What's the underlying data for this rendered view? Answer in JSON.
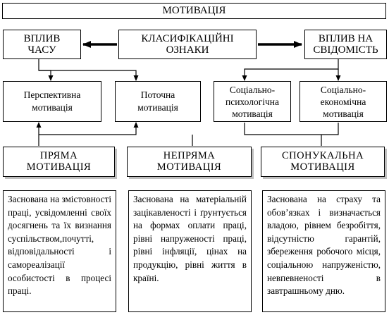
{
  "title": "МОТИВАЦІЯ",
  "top_row": {
    "left": [
      "ВПЛИВ",
      "ЧАСУ"
    ],
    "center": [
      "КЛАСИФІКАЦІЙНІ",
      "ОЗНАКИ"
    ],
    "right": [
      "ВПЛИВ НА",
      "СВІДОМІСТЬ"
    ]
  },
  "subtypes": [
    [
      "Перспективна",
      "мотивація"
    ],
    [
      "Поточна",
      "мотивація"
    ],
    [
      "Соціально-",
      "психологічна",
      "мотивація"
    ],
    [
      "Соціально-",
      "економічна",
      "мотивація"
    ]
  ],
  "types": [
    [
      "ПРЯМА",
      "МОТИВАЦІЯ"
    ],
    [
      "НЕПРЯМА",
      "МОТИВАЦІЯ"
    ],
    [
      "СПОНУКАЛЬНА",
      "МОТИВАЦІЯ"
    ]
  ],
  "descriptions": [
    "Заснована на змістовності праці, усвідомленні своїх досягнень та їх визнання суспільством,почутті, відповідальності і самореалізації особистості в процесі праці.",
    "Заснована на матеріальній зацікавленості і ґрунтується на формах оплати праці, рівні напруженості праці, рівні інфляції, цінах на продукцію, рівні життя в країні.",
    "Заснована на страху та обов’язках і визначається владою, рівнем безробіття, відсутністю гарантій, збереження робочого місця, соціальною напруженістю, невпевненості в завтрашньому дню."
  ]
}
